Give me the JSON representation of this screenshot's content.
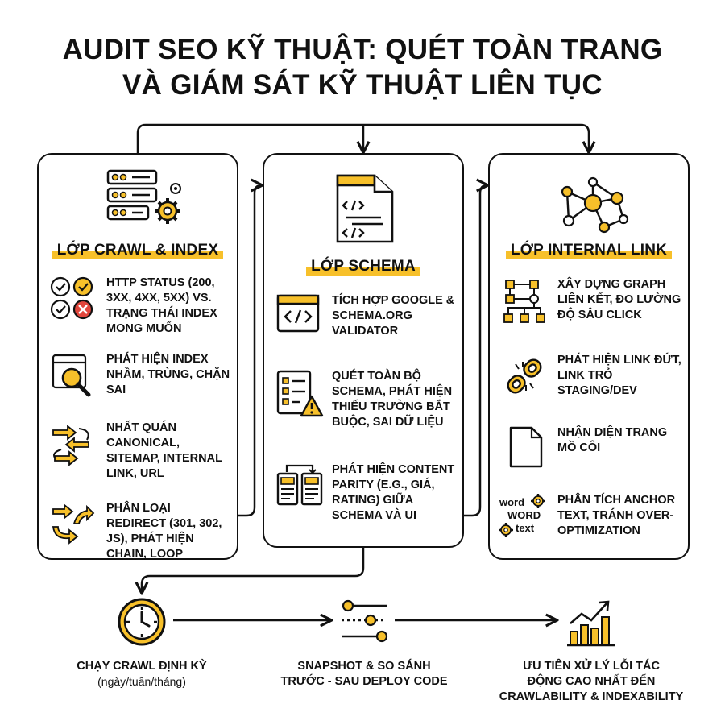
{
  "title": {
    "line1": "AUDIT SEO KỸ THUẬT: QUÉT TOÀN TRANG",
    "line2": "VÀ GIÁM SÁT KỸ THUẬT LIÊN TỤC"
  },
  "colors": {
    "accent": "#f7c02a",
    "ink": "#111111",
    "error": "#e0463c"
  },
  "panels": [
    {
      "title": "LỚP CRAWL & INDEX",
      "icon": "server-gear-icon",
      "items": [
        {
          "icon": "status-check-icon",
          "text": "HTTP STATUS (200, 3xx, 4xx, 5xx) VS. TRẠNG THÁI INDEX MONG MUỐN"
        },
        {
          "icon": "magnifier-page-icon",
          "text": "PHÁT HIỆN INDEX NHẦM, TRÙNG, CHẶN SAI"
        },
        {
          "icon": "arrows-sync-icon",
          "text": "NHẤT QUÁN CANONICAL, SITEMAP, INTERNAL LINK, URL"
        },
        {
          "icon": "redirect-arrows-icon",
          "text": "PHÂN LOẠI REDIRECT (301, 302, JS), PHÁT HIỆN CHAIN, LOOP"
        }
      ]
    },
    {
      "title": "LỚP SCHEMA",
      "icon": "code-document-icon",
      "items": [
        {
          "icon": "code-window-icon",
          "text": "TÍCH HỢP GOOGLE & SCHEMA.ORG VALIDATOR"
        },
        {
          "icon": "checklist-warning-icon",
          "text": "QUÉT TOÀN BỘ SCHEMA, PHÁT HIỆN THIẾU TRƯỜNG BẮT BUỘC, SAI DỮ LIỆU"
        },
        {
          "icon": "compare-documents-icon",
          "text": "PHÁT HIỆN CONTENT PARITY (E.G., GIÁ, RATING) GIỮA SCHEMA VÀ UI"
        }
      ]
    },
    {
      "title": "LỚP INTERNAL LINK",
      "icon": "network-graph-icon",
      "items": [
        {
          "icon": "hierarchy-icon",
          "text": "XÂY DỰNG GRAPH LIÊN KẾT, ĐO LƯỜNG ĐỘ SÂU CLICK"
        },
        {
          "icon": "broken-link-icon",
          "text": "PHÁT HIỆN LINK ĐỨT, LINK TRỎ STAGING/DEV"
        },
        {
          "icon": "blank-page-icon",
          "text": "NHẬN DIỆN TRANG MỒ CÔI"
        },
        {
          "icon": "word-cloud-icon",
          "text": "PHÂN TÍCH ANCHOR TEXT, TRÁNH OVER-OPTIMIZATION",
          "icon_words": [
            "word",
            "WORD",
            "text"
          ]
        }
      ]
    }
  ],
  "bottom": [
    {
      "icon": "clock-icon",
      "text": "CHẠY CRAWL ĐỊNH KỲ",
      "sub": "(ngày/tuần/tháng)"
    },
    {
      "icon": "slider-timeline-icon",
      "text": "SNAPSHOT & SO SÁNH\nTRƯỚC - SAU DEPLOY CODE"
    },
    {
      "icon": "growth-chart-icon",
      "text": "ƯU TIÊN XỬ LÝ LỖI TÁC\nĐỘNG CAO NHẤT ĐẾN\nCRAWLABILITY & INDEXABILITY"
    }
  ]
}
